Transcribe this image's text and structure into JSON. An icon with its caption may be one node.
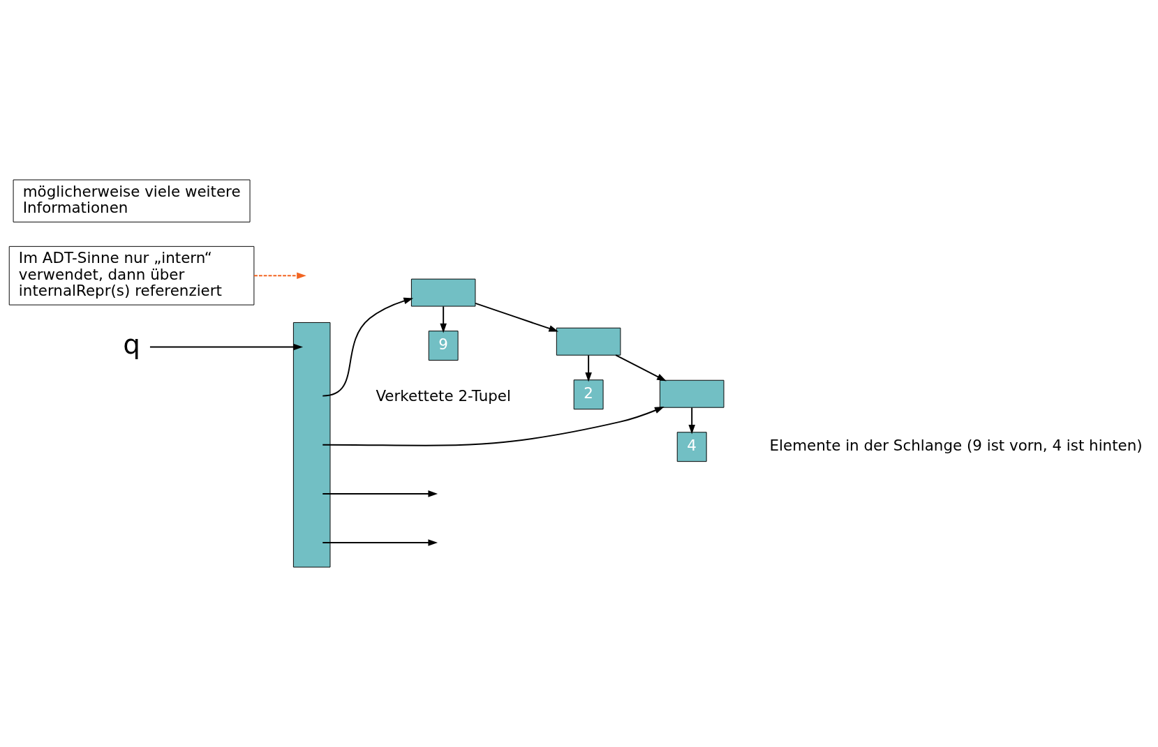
{
  "diagram": {
    "nodes": [
      {
        "text": [
          "q"
        ]
      },
      {
        "text": [],
        "shape": "bar"
      },
      {
        "text": [],
        "shape": "box"
      },
      {
        "text": [],
        "shape": "box"
      },
      {
        "text": [],
        "shape": "box"
      },
      {
        "text": [
          "9"
        ]
      },
      {
        "text": [
          "2"
        ]
      },
      {
        "text": [
          "4"
        ]
      },
      {
        "text": [
          "Im ADT-Sinne nur „intern“ verwendet, dann über internalRepr(s) referenziert"
        ]
      },
      {
        "text": [
          "möglicherweise viele weitere Informationen"
        ]
      }
    ],
    "edges": [
      {
        "from": 0,
        "to": 1,
        "arrow": "to"
      },
      {
        "from": 1,
        "to": 2,
        "arrow": "to"
      },
      {
        "from": 2,
        "to": 3,
        "arrow": "to"
      },
      {
        "from": 3,
        "to": 4,
        "arrow": "to"
      },
      {
        "from": 2,
        "to": 5,
        "arrow": "to"
      },
      {
        "from": 3,
        "to": 6,
        "arrow": "to"
      },
      {
        "from": 4,
        "to": 7,
        "arrow": "to"
      },
      {
        "from": 1,
        "to": 4,
        "arrow": "to"
      },
      {
        "from": 1,
        "to": null,
        "arrow": "to"
      },
      {
        "from": 1,
        "to": null,
        "arrow": "to"
      },
      {
        "from": 8,
        "to": null,
        "arrow": "to",
        "style": "dashed",
        "color": "#f26522"
      }
    ],
    "labels": [
      "Verkettete 2-Tupel",
      "Elemente in der Schlange (9 ist vorn, 4 ist hinten)"
    ]
  }
}
